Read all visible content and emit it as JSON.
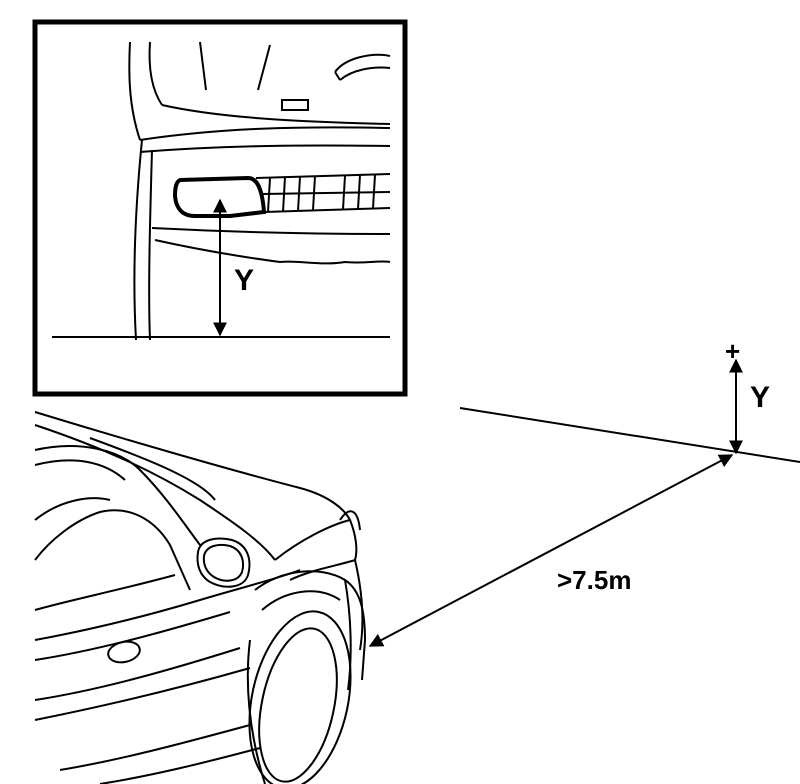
{
  "inset": {
    "height_label": "Y"
  },
  "scene": {
    "height_label": "Y",
    "distance_label": ">7.5m",
    "aim_mark": "+"
  },
  "colors": {
    "line": "#000000",
    "background": "#ffffff"
  }
}
